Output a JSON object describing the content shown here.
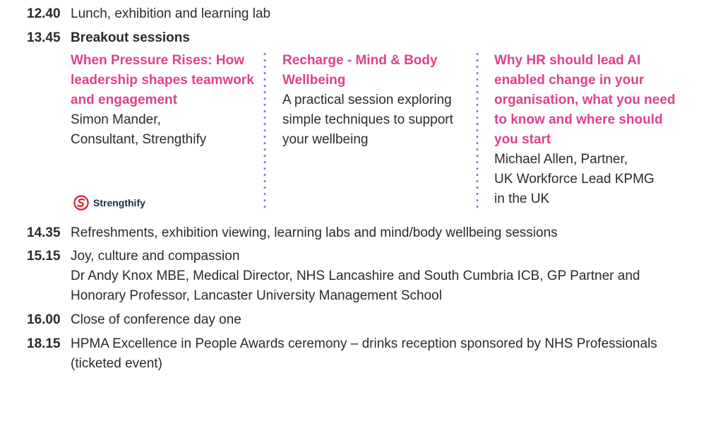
{
  "schedule": {
    "s1": {
      "time": "12.40",
      "title": "Lunch, exhibition and learning lab"
    },
    "s2": {
      "time": "13.45",
      "title": "Breakout sessions"
    },
    "breakouts": {
      "b1": {
        "title_lines": [
          "When Pressure Rises: How",
          "leadership shapes teamwork",
          "and engagement"
        ],
        "detail_lines": [
          "Simon Mander,",
          "Consultant, Strengthify"
        ],
        "logo_text": "Strengthify"
      },
      "b2": {
        "title_lines": [
          "Recharge - Mind & Body",
          "Wellbeing"
        ],
        "detail_lines": [
          "A practical session exploring",
          "simple techniques to support",
          "your wellbeing"
        ]
      },
      "b3": {
        "title_lines": [
          "Why HR should lead AI",
          "enabled change in your",
          "organisation, what you need",
          "to know and where should",
          "you start"
        ],
        "detail_lines": [
          "Michael Allen, Partner,",
          "UK Workforce Lead KPMG",
          "in the UK"
        ]
      }
    },
    "s3": {
      "time": "14.35",
      "title": "Refreshments, exhibition viewing, learning labs and mind/body wellbeing sessions"
    },
    "s4": {
      "time": "15.15",
      "title": "Joy, culture and compassion",
      "detail_lines": [
        "Dr Andy Knox MBE, Medical Director, NHS Lancashire and South Cumbria ICB, GP Partner and",
        "Honorary Professor, Lancaster University Management School"
      ]
    },
    "s5": {
      "time": "16.00",
      "title": "Close of conference day one"
    },
    "s6": {
      "time": "18.15",
      "title_lines": [
        "HPMA Excellence in People Awards ceremony – drinks reception sponsored by NHS Professionals",
        "(ticketed event)"
      ]
    }
  },
  "colors": {
    "accent_pink": "#e0418f",
    "divider_dots": "#7c7cc8",
    "text": "#2b2b2b"
  }
}
